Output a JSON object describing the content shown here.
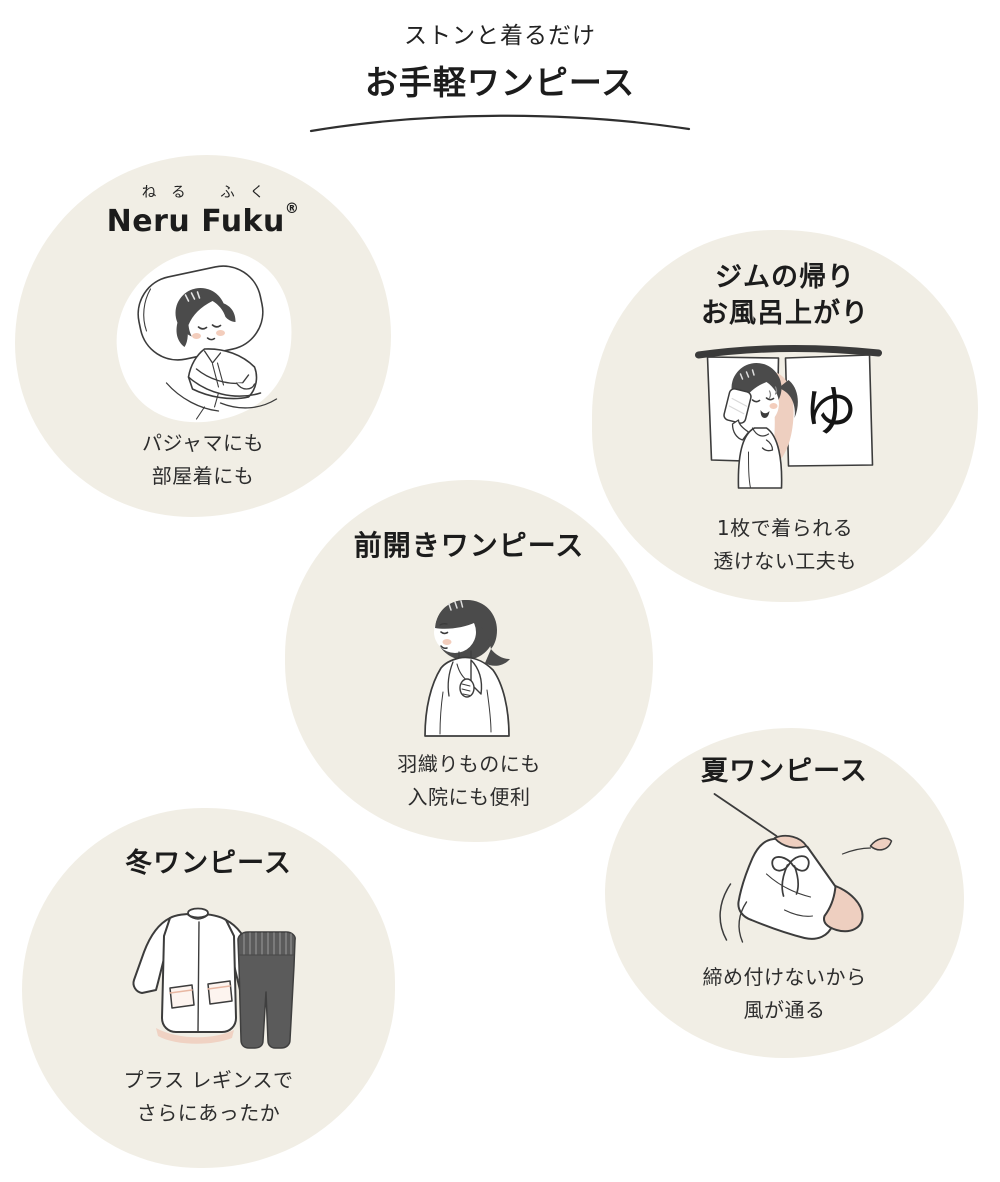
{
  "header": {
    "subtitle": "ストンと着るだけ",
    "title": "お手軽ワンピース"
  },
  "sections": {
    "neru_fuku": {
      "furigana": "ねる ふく",
      "title": "Neru Fuku",
      "registered_mark": "®",
      "caption_line1": "パジャマにも",
      "caption_line2": "部屋着にも",
      "illustration": "woman-sleeping-in-pajamas"
    },
    "gym_bath": {
      "title_line1": "ジムの帰り",
      "title_line2": "お風呂上がり",
      "noren_character": "ゆ",
      "caption_line1": "1枚で着られる",
      "caption_line2": "透けない工夫も",
      "illustration": "woman-drying-face-at-bathhouse-noren"
    },
    "front_open": {
      "title": "前開きワンピース",
      "caption_line1": "羽織りものにも",
      "caption_line2": "入院にも便利",
      "illustration": "woman-wearing-front-open-robe"
    },
    "summer": {
      "title": "夏ワンピース",
      "caption_line1": "締め付けないから",
      "caption_line2": "風が通る",
      "illustration": "summer-dress-fluttering-in-breeze"
    },
    "winter": {
      "title": "冬ワンピース",
      "caption_line1": "プラス レギンスで",
      "caption_line2": "さらにあったか",
      "illustration": "winter-dress-and-leggings"
    }
  },
  "colors": {
    "blob_background": "#f1eee5",
    "text_dark": "#1c1c1c",
    "outline": "#3c3c3c",
    "hair": "#4b4b4b",
    "blush_pink": "#f3cdbc",
    "accent_pink": "#eecfc0",
    "leggings_gray": "#5b5b5b",
    "white": "#ffffff"
  }
}
